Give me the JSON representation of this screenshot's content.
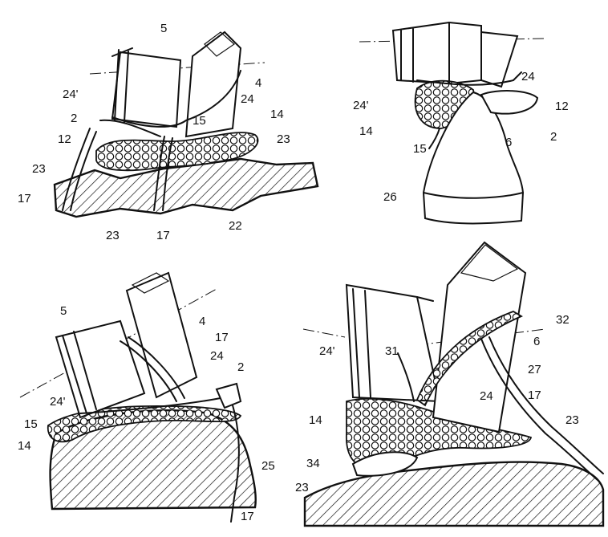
{
  "figures": [
    {
      "id": "top-left",
      "labels": [
        "5",
        "4",
        "24'",
        "24",
        "2",
        "15",
        "14",
        "12",
        "23",
        "23",
        "17",
        "23",
        "17",
        "22"
      ]
    },
    {
      "id": "top-right",
      "labels": [
        "24",
        "24'",
        "12",
        "14",
        "15",
        "6",
        "2",
        "26"
      ]
    },
    {
      "id": "bottom-left",
      "labels": [
        "5",
        "4",
        "17",
        "24",
        "2",
        "24'",
        "15",
        "14",
        "25",
        "17"
      ]
    },
    {
      "id": "bottom-right",
      "labels": [
        "32",
        "6",
        "31",
        "24'",
        "27",
        "17",
        "24",
        "23",
        "14",
        "34",
        "23"
      ]
    }
  ],
  "colors": {
    "ink": "#111111",
    "paper": "#ffffff"
  }
}
